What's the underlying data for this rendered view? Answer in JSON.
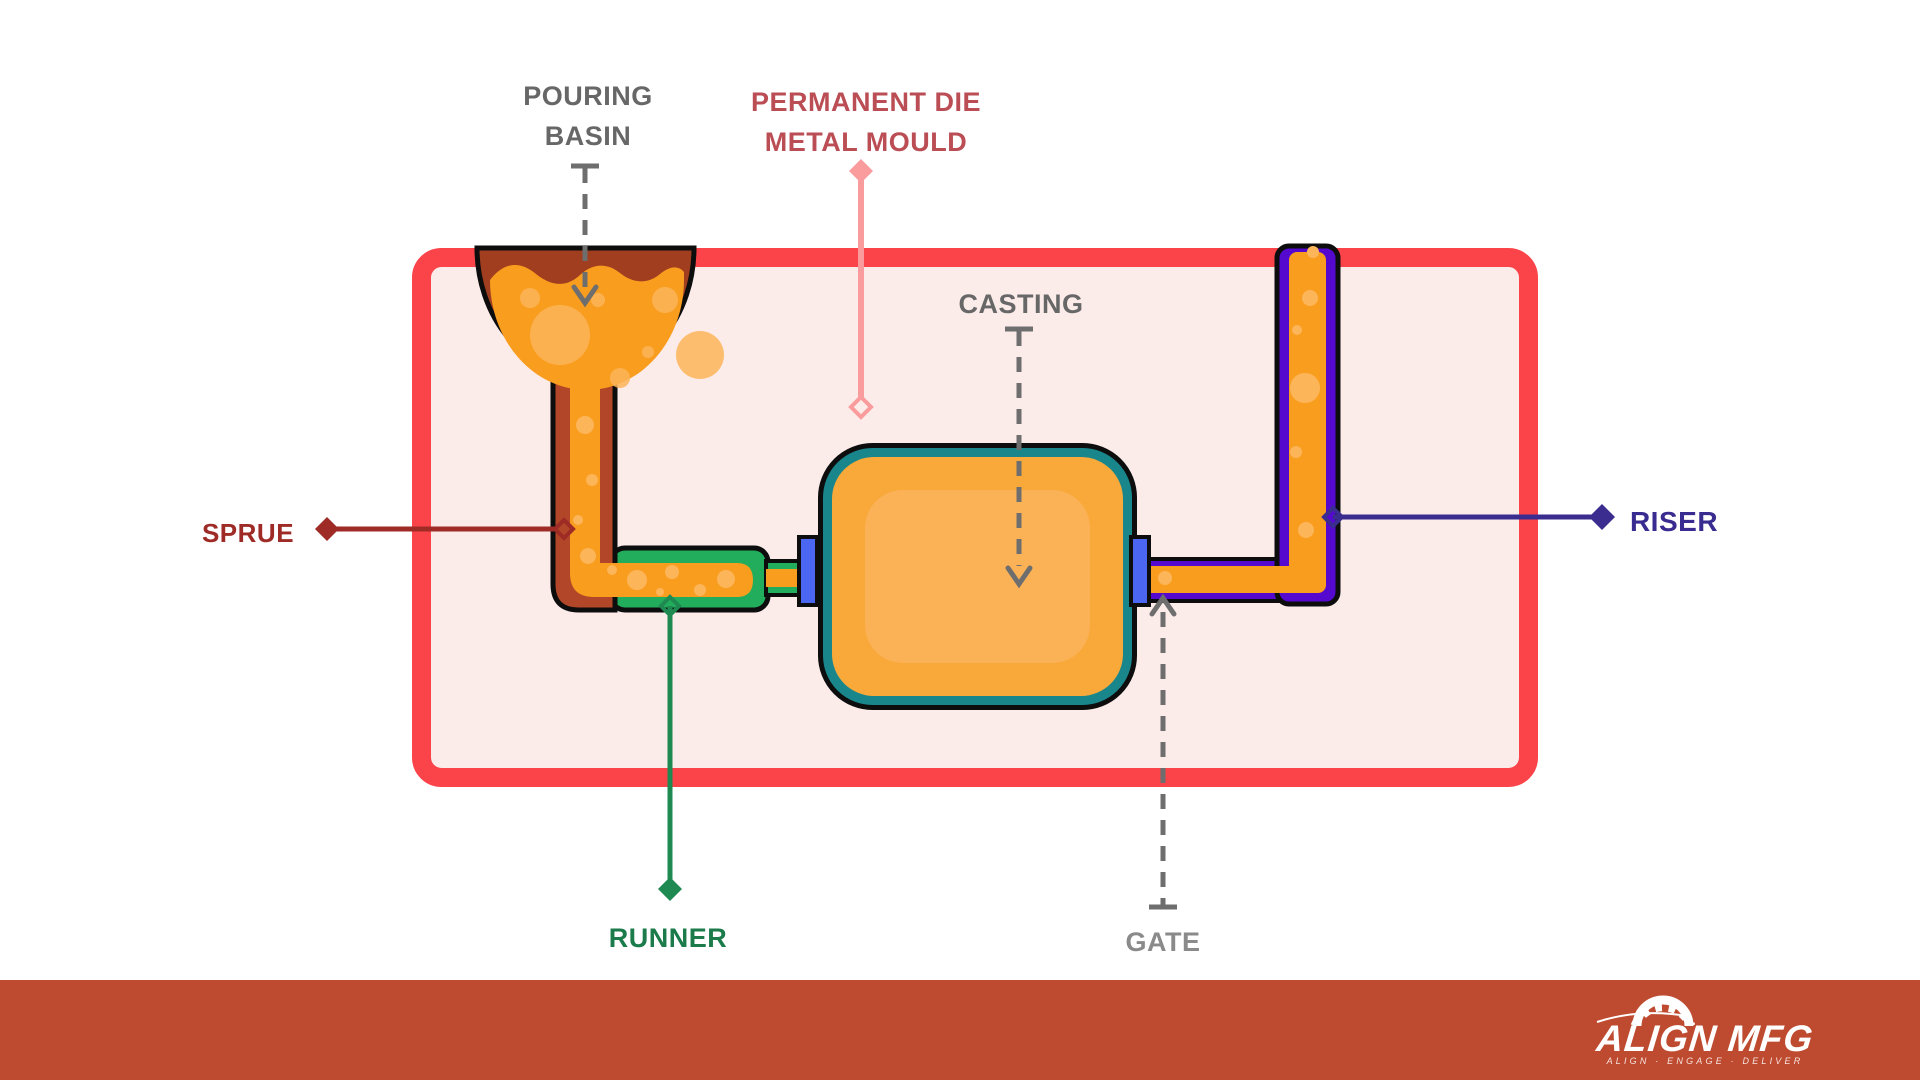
{
  "labels": {
    "pouring_basin": {
      "line1": "POURING",
      "line2": "BASIN",
      "color": "#676767"
    },
    "permanent_mould": {
      "line1": "PERMANENT DIE",
      "line2": "METAL MOULD",
      "color": "#bb4d54"
    },
    "casting": {
      "text": "CASTING",
      "color": "#676767"
    },
    "sprue": {
      "text": "SPRUE",
      "color": "#9e2b26"
    },
    "riser": {
      "text": "RISER",
      "color": "#392c90"
    },
    "runner": {
      "text": "RUNNER",
      "color": "#1b7b4b"
    },
    "gate": {
      "text": "GATE",
      "color": "#8a8a8a"
    }
  },
  "diagram_colors": {
    "mould_border": "#fa4449",
    "mould_fill": "#fbecea",
    "basin_brown": "#a03e1f",
    "sprue_brown": "#b24628",
    "molten_orange": "#f99d1e",
    "bubble_orange": "#fdb55a",
    "runner_green": "#21ad5c",
    "riser_purple": "#5509ce",
    "gate_blue": "#4b66f0",
    "casting_teal": "#19868c",
    "casting_orange": "#f9a83a",
    "casting_orange_light": "#fbb257",
    "leader_pink": "#fa9b9d",
    "leader_gray": "#6e6e6e",
    "leader_red": "#9e2b26",
    "leader_indigo": "#3a2d8f",
    "leader_green": "#1e8a51",
    "outline_black": "#0d0d0d"
  },
  "footer": {
    "brand": "ALIGN MFG",
    "tagline": "ALIGN · ENGAGE · DELIVER",
    "background": "#be4a2f"
  }
}
